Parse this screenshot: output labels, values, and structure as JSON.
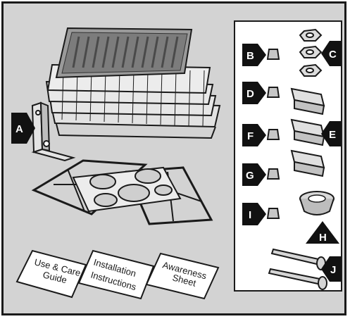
{
  "callouts": {
    "a": "A",
    "b": "B",
    "c": "C",
    "d": "D",
    "e": "E",
    "f": "F",
    "g": "G",
    "h": "H",
    "i": "I",
    "j": "J"
  },
  "booklets": {
    "use_care": [
      "Use & Care",
      "Guide"
    ],
    "installation": [
      "Installation",
      "Instructions"
    ],
    "awareness": [
      "Awareness",
      "Sheet"
    ]
  },
  "colors": {
    "background": "#d3d3d3",
    "panel": "#ffffff",
    "callout_fill": "#111111",
    "line": "#1a1a1a"
  }
}
